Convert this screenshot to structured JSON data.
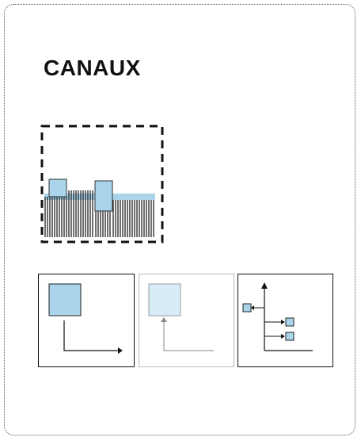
{
  "panel": {
    "title": "CANAUX",
    "illustrations": [
      {
        "name": "channels-bar-icon",
        "state": "selection-dashed"
      },
      {
        "name": "layer-thumbnail-active",
        "state": "active"
      },
      {
        "name": "layer-thumbnail-disabled",
        "state": "disabled"
      },
      {
        "name": "layer-hierarchy-diagram",
        "state": "active"
      }
    ],
    "colors": {
      "accent_fill": "#a9d4ea",
      "accent_fill_light": "#d8ecf7",
      "stroke": "#111111",
      "stroke_muted": "#8a8a8a"
    }
  }
}
